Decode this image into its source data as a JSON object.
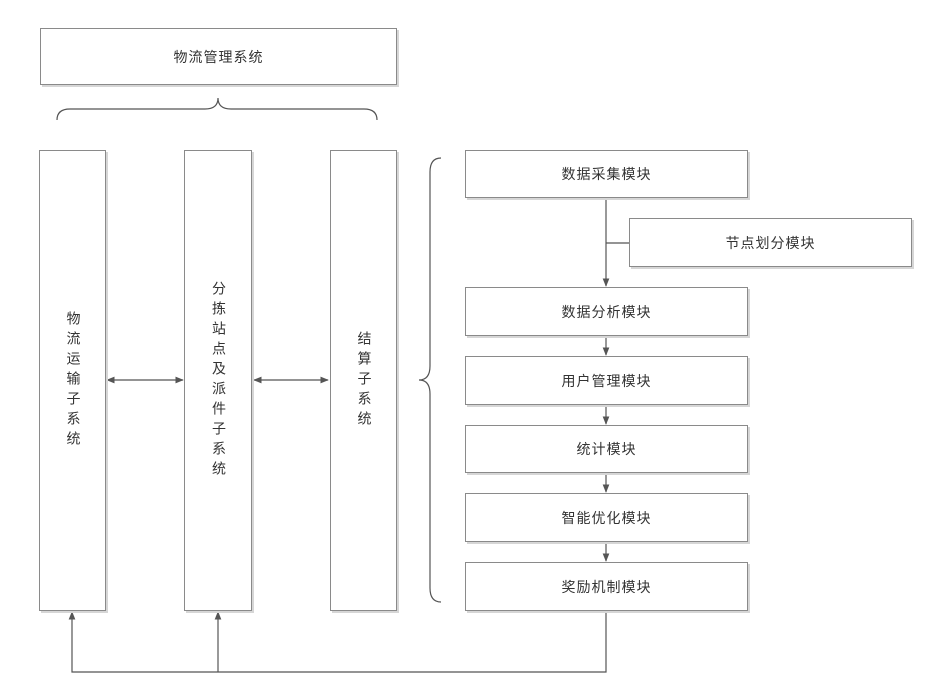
{
  "diagram": {
    "top_system": "物流管理系统",
    "subsystems": {
      "transport": "物流运输子系统",
      "sorting": "分拣站点及派件子系统",
      "settlement": "结算子系统"
    },
    "modules": {
      "data_collection": "数据采集模块",
      "node_division": "节点划分模块",
      "data_analysis": "数据分析模块",
      "user_management": "用户管理模块",
      "statistics": "统计模块",
      "intelligent_optimization": "智能优化模块",
      "incentive_mechanism": "奖励机制模块"
    },
    "colors": {
      "line": "#555555",
      "border": "#8a8a8a",
      "text": "#333333"
    }
  }
}
